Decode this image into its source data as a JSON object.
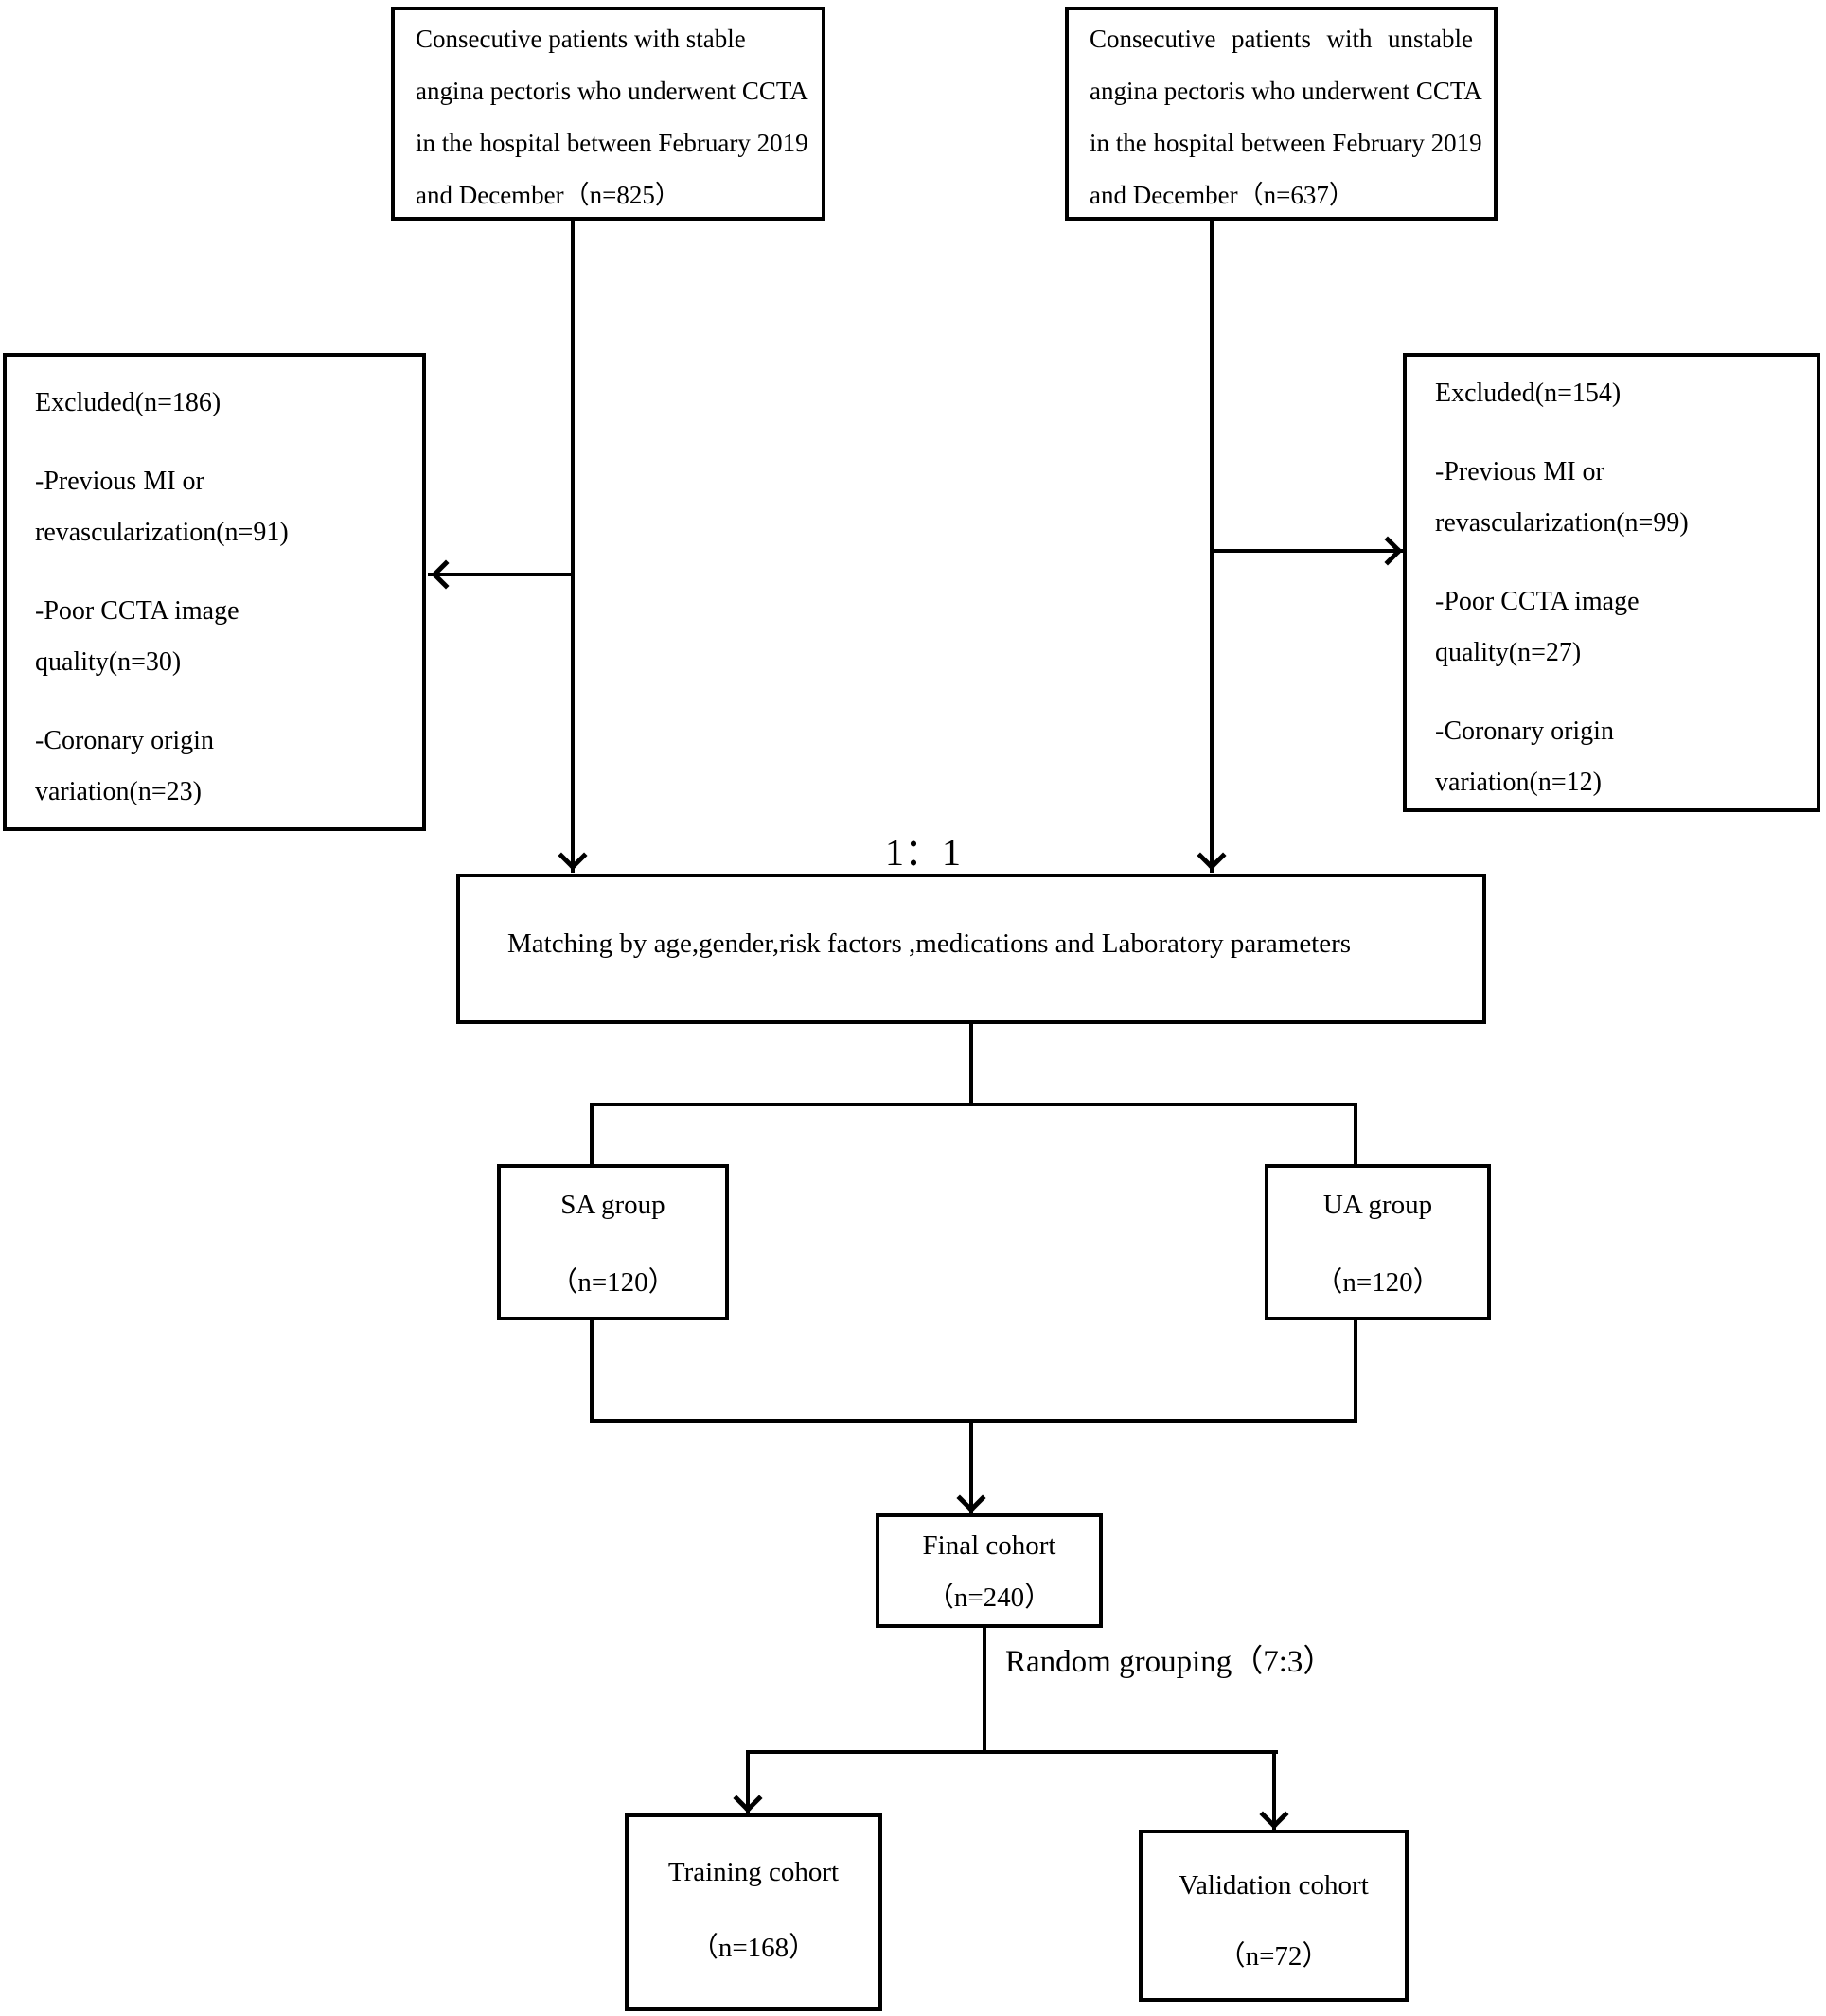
{
  "colors": {
    "ink": "#000000",
    "background": "#ffffff"
  },
  "flowchart": {
    "source_sa": {
      "lines": [
        "Consecutive patients with stable",
        "angina pectoris who underwent CCTA",
        "in the hospital between February 2019",
        "and December（n=825）"
      ]
    },
    "source_ua": {
      "lines": [
        "Consecutive patients with unstable",
        "angina pectoris who underwent CCTA",
        "in the hospital between February 2019",
        "and December（n=637）"
      ]
    },
    "excluded_sa": {
      "lines": [
        "Excluded(n=186)",
        "",
        "-Previous MI or",
        "revascularization(n=91)",
        "",
        "-Poor CCTA image",
        "quality(n=30)",
        "",
        "-Coronary origin",
        "variation(n=23)"
      ]
    },
    "excluded_ua": {
      "lines": [
        "Excluded(n=154)",
        "",
        "-Previous MI or",
        "revascularization(n=99)",
        "",
        "-Poor CCTA image",
        "quality(n=27)",
        "",
        "-Coronary origin",
        "variation(n=12)"
      ]
    },
    "ratio_label": "1：1",
    "matching_text": "Matching by age,gender,risk factors ,medications and Laboratory parameters",
    "sa_group": {
      "lines": [
        "SA group",
        "",
        "（n=120）"
      ]
    },
    "ua_group": {
      "lines": [
        "UA group",
        "",
        "（n=120）"
      ]
    },
    "final_cohort": {
      "lines": [
        "Final cohort",
        "（n=240）"
      ]
    },
    "random_label": "Random grouping（7:3）",
    "training_cohort": {
      "lines": [
        "Training cohort",
        "",
        "（n=168）"
      ]
    },
    "validation_cohort": {
      "lines": [
        "Validation cohort",
        "",
        "（n=72）"
      ]
    }
  }
}
